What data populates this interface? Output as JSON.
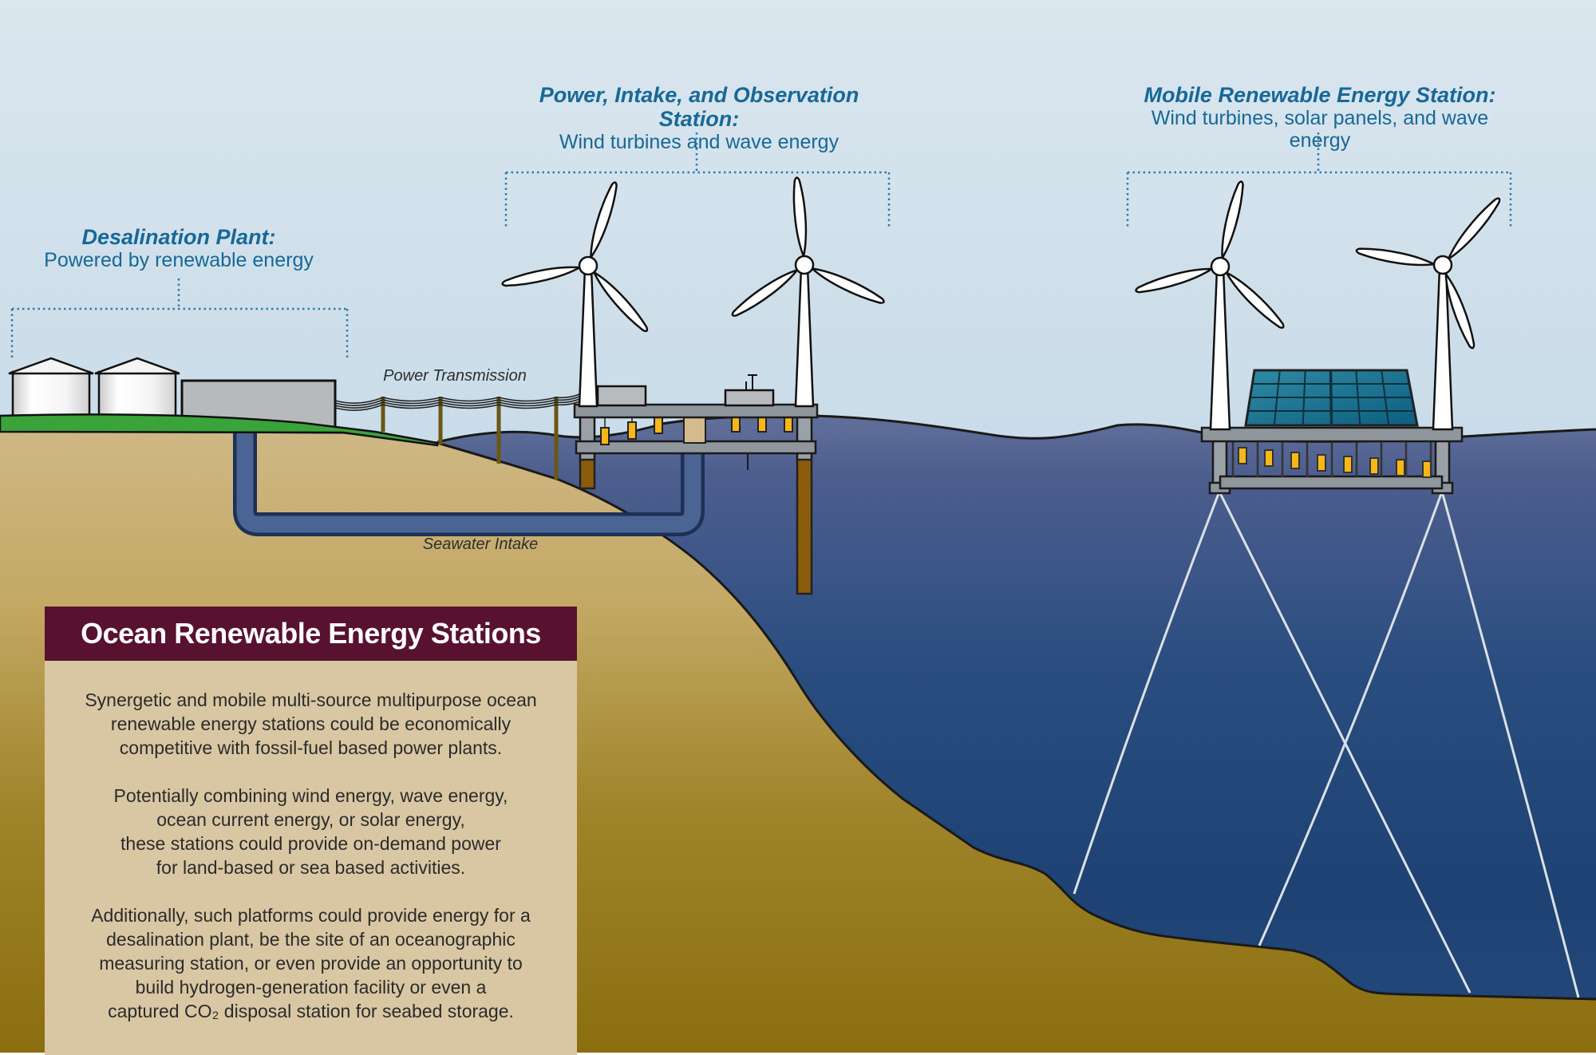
{
  "labels": {
    "desalination": {
      "title": "Desalination Plant:",
      "subtitle": "Powered by renewable energy"
    },
    "power_station": {
      "title": "Power, Intake, and Observation Station:",
      "subtitle": "Wind turbines and wave energy"
    },
    "mobile_station": {
      "title": "Mobile Renewable Energy Station:",
      "subtitle": "Wind turbines, solar panels, and wave energy"
    },
    "power_transmission": "Power Transmission",
    "seawater_intake": "Seawater Intake"
  },
  "infobox": {
    "title": "Ocean Renewable Energy Stations",
    "paragraphs": [
      "Synergetic and mobile multi-source multipurpose ocean\nrenewable energy stations could be economically\ncompetitive with fossil-fuel based power plants.",
      "Potentially combining wind energy, wave energy,\nocean current energy, or solar energy,\nthese stations could provide on-demand power\nfor land-based or sea based activities.",
      "Additionally, such platforms could provide energy for a\ndesalination plant, be the site of an oceanographic\nmeasuring station, or even provide an opportunity to\nbuild hydrogen-generation facility or even a\ncaptured CO₂ disposal station for seabed storage."
    ]
  },
  "colors": {
    "label_blue": "#176897",
    "bracket_blue": "#2a7db0",
    "header_maroon": "#58122f",
    "box_beige": "#d9c7a3",
    "sky_top": "#dbe6ee",
    "sky_bottom": "#b6d2e3",
    "ocean_surface": "#63719b",
    "ocean_deep": "#1d4273",
    "sand_top": "#d0b989",
    "sand_deep": "#8a6e0f",
    "grass_green": "#3aa33a",
    "solar_teal": "#1b7f9d",
    "float_yellow": "#f7b717",
    "pile_brown": "#8a5c0c"
  }
}
